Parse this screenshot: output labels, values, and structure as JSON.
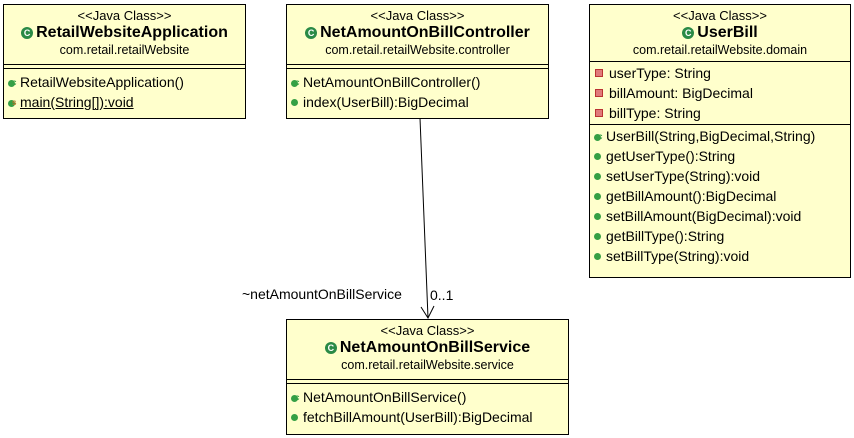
{
  "classes": {
    "app": {
      "stereotype": "<<Java Class>>",
      "name": "RetailWebsiteApplication",
      "package": "com.retail.retailWebsite",
      "methods": [
        "RetailWebsiteApplication()",
        "main(String[]):void"
      ]
    },
    "controller": {
      "stereotype": "<<Java Class>>",
      "name": "NetAmountOnBillController",
      "package": "com.retail.retailWebsite.controller",
      "methods": [
        "NetAmountOnBillController()",
        "index(UserBill):BigDecimal"
      ]
    },
    "userbill": {
      "stereotype": "<<Java Class>>",
      "name": "UserBill",
      "package": "com.retail.retailWebsite.domain",
      "fields": [
        "userType: String",
        "billAmount: BigDecimal",
        "billType: String"
      ],
      "methods": [
        "UserBill(String,BigDecimal,String)",
        "getUserType():String",
        "setUserType(String):void",
        "getBillAmount():BigDecimal",
        "setBillAmount(BigDecimal):void",
        "getBillType():String",
        "setBillType(String):void"
      ]
    },
    "service": {
      "stereotype": "<<Java Class>>",
      "name": "NetAmountOnBillService",
      "package": "com.retail.retailWebsite.service",
      "methods": [
        "NetAmountOnBillService()",
        "fetchBillAmount(UserBill):BigDecimal"
      ]
    }
  },
  "association": {
    "role": "~netAmountOnBillService",
    "multiplicity": "0..1"
  },
  "colors": {
    "class_fill": "#ffffcc",
    "class_icon": "#2a8a46",
    "public_icon": "#35a045",
    "private_icon": "#e07a7a"
  }
}
